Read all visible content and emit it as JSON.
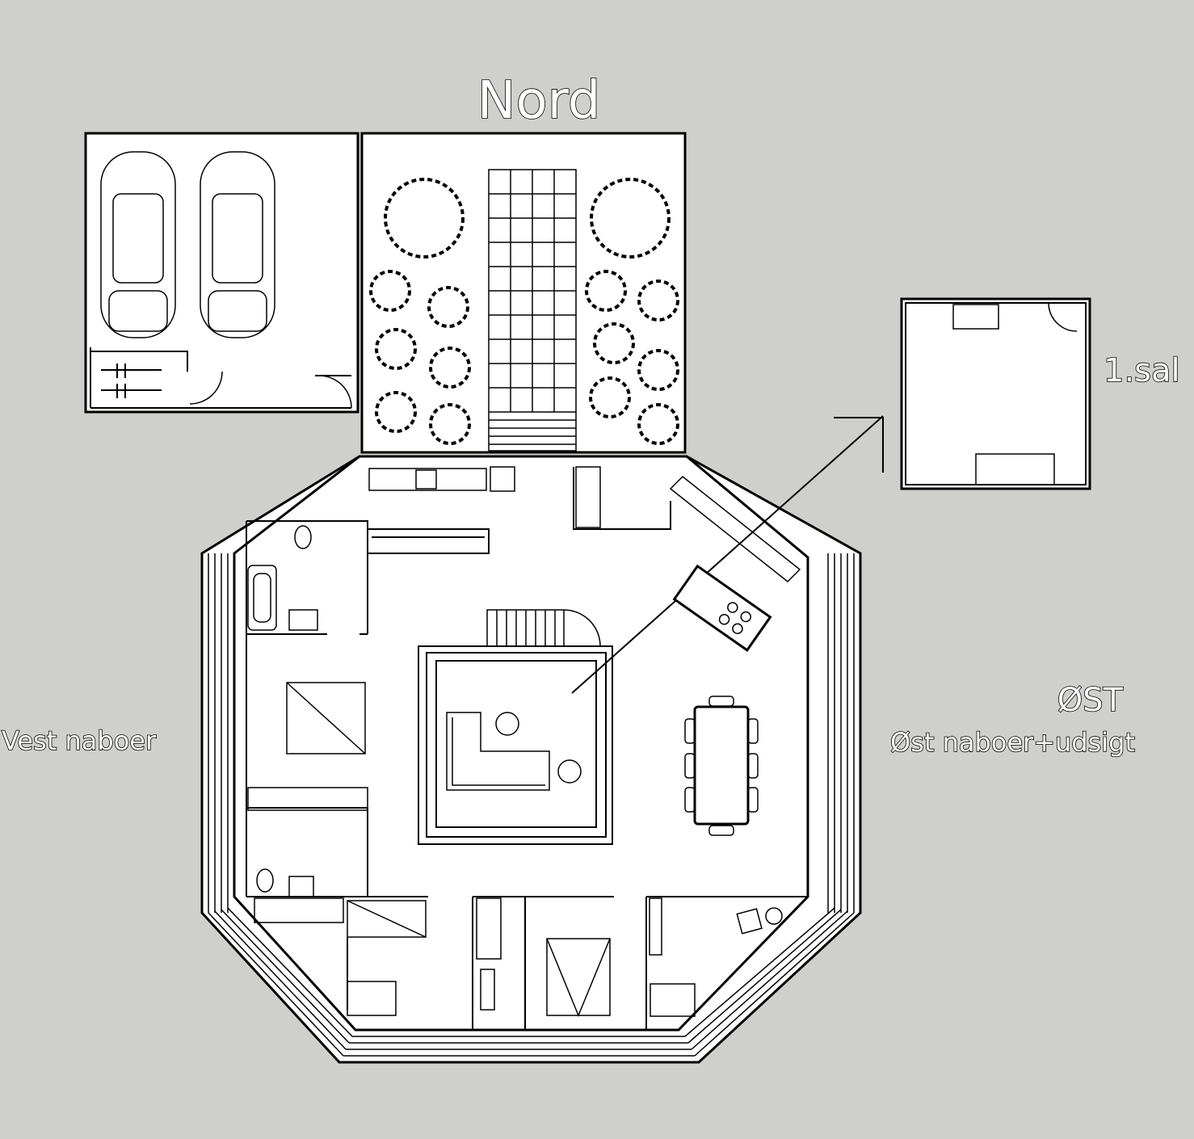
{
  "labels": {
    "north": "Nord",
    "first_floor": "1.sal",
    "east": "ØST",
    "east_neighbors": "Øst naboer+udsigt",
    "west_neighbors": "Vest naboer"
  },
  "colors": {
    "background": "#cfcfcb",
    "walls": "#000000",
    "floor": "#ffffff"
  }
}
